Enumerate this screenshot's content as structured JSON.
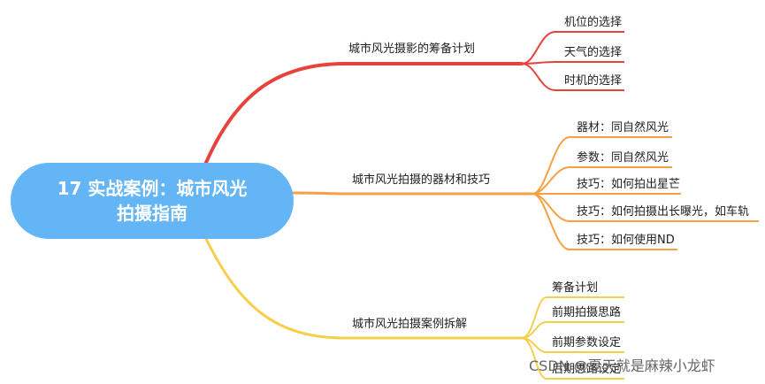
{
  "root": {
    "line1": "17 实战案例：城市风光",
    "line2": "拍摄指南",
    "color": "#64B5F6"
  },
  "branches": [
    {
      "label": "城市风光摄影的筹备计划",
      "color": "#E8423C",
      "children": [
        "机位的选择",
        "天气的选择",
        "时机的选择"
      ]
    },
    {
      "label": "城市风光拍摄的器材和技巧",
      "color": "#F5A144",
      "children": [
        "器材：同自然风光",
        "参数：同自然风光",
        "技巧：如何拍出星芒",
        "技巧：如何拍摄出长曝光，如车轨",
        "技巧：如何使用ND"
      ]
    },
    {
      "label": "城市风光拍摄案例拆解",
      "color": "#F6CF4A",
      "children": [
        "筹备计划",
        "前期拍摄思路",
        "前期参数设定",
        "后期思路设定"
      ]
    }
  ],
  "watermark": "CSDN @夏天就是麻辣小龙虾"
}
